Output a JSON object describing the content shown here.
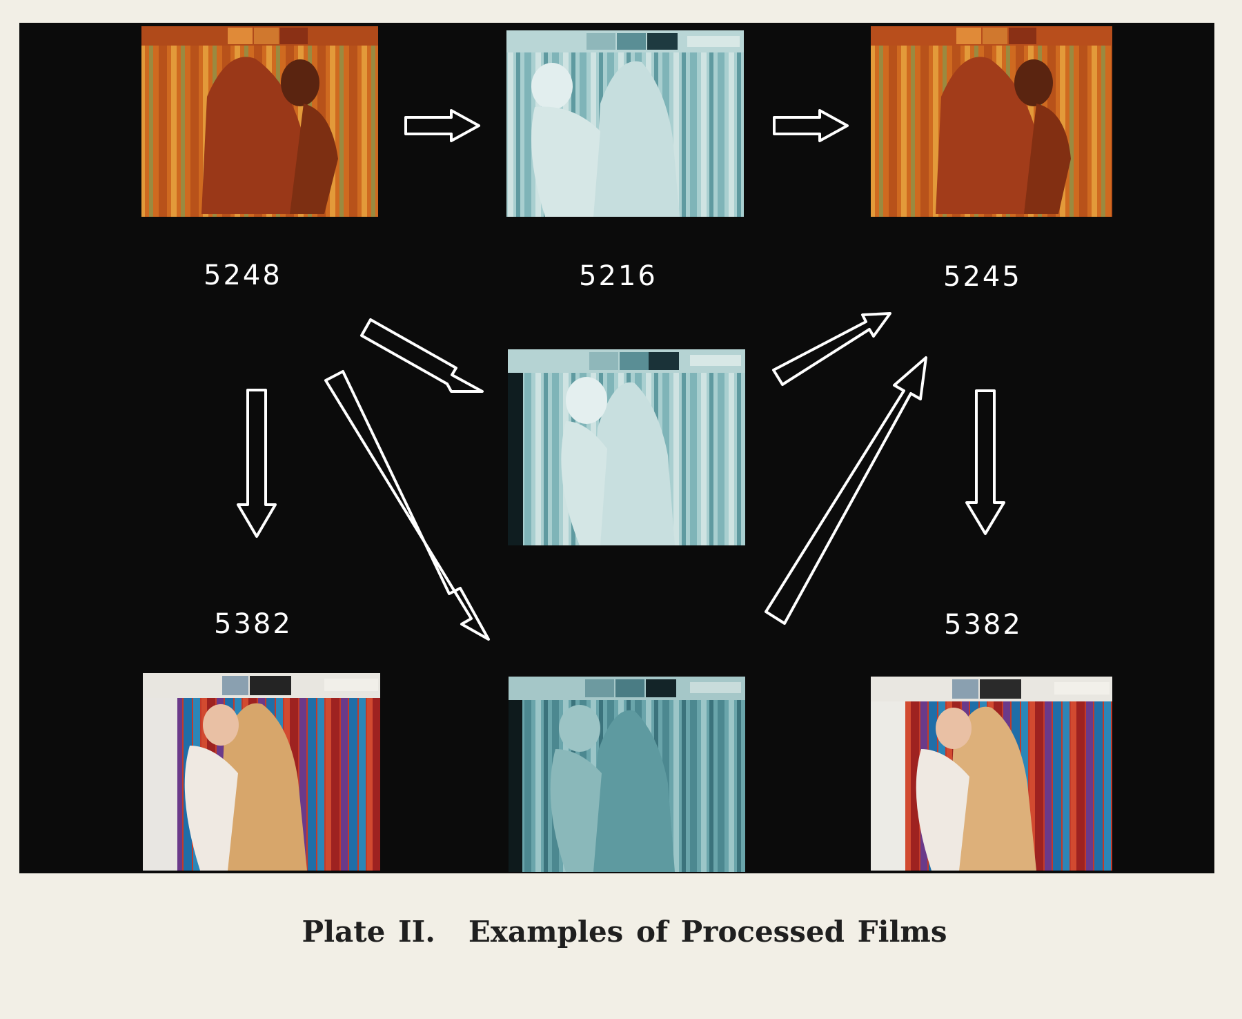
{
  "plate": {
    "labels": {
      "top_left": "5248",
      "top_center": "5216",
      "top_right": "5245",
      "bottom_left": "5382",
      "bottom_right": "5382"
    },
    "caption": {
      "plate_number": "Plate II.",
      "title": "Examples of Processed Films"
    },
    "frames": [
      {
        "id": "frame-top-left",
        "tone": "orange-negative",
        "color": "#c8601c"
      },
      {
        "id": "frame-top-center",
        "tone": "cyan-print",
        "color": "#9fc4c6"
      },
      {
        "id": "frame-top-right",
        "tone": "orange-negative",
        "color": "#d2661e"
      },
      {
        "id": "frame-middle-center",
        "tone": "cyan-print",
        "color": "#98c3c5"
      },
      {
        "id": "frame-bottom-left",
        "tone": "full-color-print",
        "color": "#d9a870"
      },
      {
        "id": "frame-bottom-center",
        "tone": "cyan-print",
        "color": "#6aa3aa"
      },
      {
        "id": "frame-bottom-right",
        "tone": "full-color-print",
        "color": "#dcae78"
      }
    ],
    "colors": {
      "background": "#0b0b0b",
      "page": "#f2efe6",
      "arrow": "#ffffff"
    }
  }
}
